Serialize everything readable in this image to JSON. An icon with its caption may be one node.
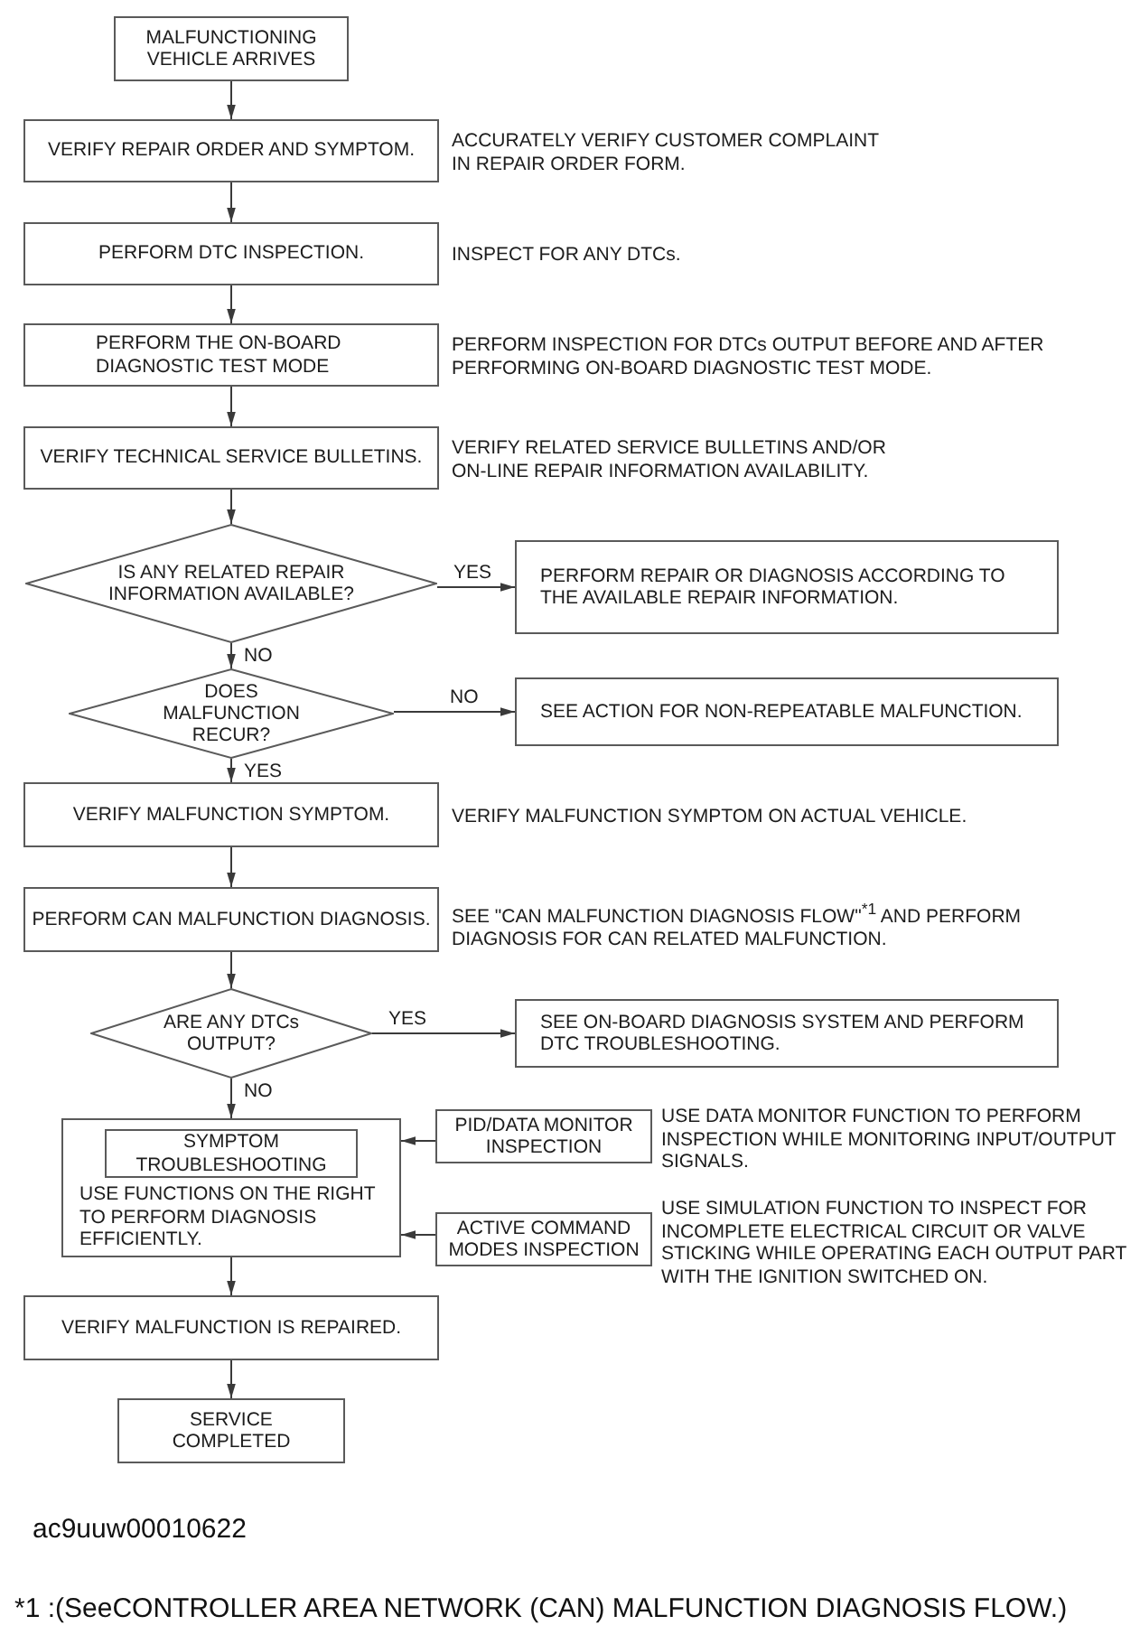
{
  "diagram": {
    "nodes": [
      {
        "text": [
          "MALFUNCTIONING VEHICLE ARRIVES"
        ]
      },
      {
        "text": [
          "VERIFY REPAIR ORDER AND SYMPTOM."
        ],
        "beside": [
          "ACCURATELY VERIFY CUSTOMER COMPLAINT IN REPAIR ORDER FORM."
        ]
      },
      {
        "text": [
          "PERFORM DTC INSPECTION."
        ],
        "beside": [
          "INSPECT FOR ANY DTCs."
        ]
      },
      {
        "text": [
          "PERFORM THE ON-BOARD DIAGNOSTIC TEST MODE"
        ],
        "beside": [
          "PERFORM INSPECTION FOR DTCs OUTPUT BEFORE AND AFTER PERFORMING ON-BOARD DIAGNOSTIC TEST MODE."
        ]
      },
      {
        "text": [
          "VERIFY TECHNICAL SERVICE BULLETINS."
        ],
        "beside": [
          "VERIFY RELATED SERVICE BULLETINS AND/OR ON-LINE REPAIR INFORMATION AVAILABILITY."
        ]
      },
      {
        "text": [
          "IS ANY RELATED REPAIR INFORMATION AVAILABLE?"
        ]
      },
      {
        "text": [
          "PERFORM REPAIR OR DIAGNOSIS ACCORDING TO THE AVAILABLE REPAIR INFORMATION."
        ]
      },
      {
        "text": [
          "DOES MALFUNCTION RECUR?"
        ]
      },
      {
        "text": [
          "SEE ACTION FOR NON-REPEATABLE MALFUNCTION."
        ]
      },
      {
        "text": [
          "VERIFY MALFUNCTION SYMPTOM."
        ],
        "beside": [
          "VERIFY MALFUNCTION SYMPTOM ON ACTUAL VEHICLE."
        ]
      },
      {
        "text": [
          "PERFORM CAN MALFUNCTION DIAGNOSIS."
        ],
        "beside": [
          "SEE \"CAN MALFUNCTION DIAGNOSIS FLOW\"$^{*1}$ AND PERFORM DIAGNOSIS FOR CAN RELATED MALFUNCTION."
        ]
      },
      {
        "text": [
          "ARE ANY DTCs OUTPUT?"
        ]
      },
      {
        "text": [
          "SEE ON-BOARD DIAGNOSIS SYSTEM AND PERFORM DTC TROUBLESHOOTING."
        ]
      },
      {
        "text": [
          "USE FUNCTIONS ON THE RIGHT TO PERFORM DIAGNOSIS EFFICIENTLY."
        ]
      },
      {
        "text": [
          "SYMPTOM TROUBLESHOOTING"
        ],
        "in": 13
      },
      {
        "text": [
          "PID/DATA MONITOR INSPECTION"
        ],
        "beside": [
          "USE DATA MONITOR FUNCTION TO PERFORM INSPECTION WHILE MONITORING INPUT/OUTPUT SIGNALS."
        ]
      },
      {
        "text": [
          "ACTIVE COMMAND MODES INSPECTION"
        ],
        "beside": [
          "USE SIMULATION FUNCTION TO INSPECT FOR INCOMPLETE ELECTRICAL CIRCUIT OR VALVE STICKING WHILE OPERATING EACH OUTPUT PART WITH THE IGNITION SWITCHED ON."
        ]
      },
      {
        "text": [
          "VERIFY MALFUNCTION IS REPAIRED."
        ]
      },
      {
        "text": [
          "SERVICE COMPLETED"
        ]
      }
    ],
    "edges": [
      {
        "from": 0,
        "to": 1,
        "arrow": "to"
      },
      {
        "from": 1,
        "to": 2,
        "arrow": "to"
      },
      {
        "from": 2,
        "to": 3,
        "arrow": "to"
      },
      {
        "from": 3,
        "to": 4,
        "arrow": "to"
      },
      {
        "from": 4,
        "to": 5,
        "arrow": "to"
      },
      {
        "from": 5,
        "to": 6,
        "arrow": "to",
        "label": "YES"
      },
      {
        "from": 5,
        "to": 7,
        "arrow": "to",
        "label": "NO"
      },
      {
        "from": 7,
        "to": 8,
        "arrow": "to",
        "label": "NO"
      },
      {
        "from": 7,
        "to": 9,
        "arrow": "to",
        "label": "YES"
      },
      {
        "from": 9,
        "to": 10,
        "arrow": "to"
      },
      {
        "from": 10,
        "to": 11,
        "arrow": "to"
      },
      {
        "from": 11,
        "to": 12,
        "arrow": "to",
        "label": "YES"
      },
      {
        "from": 11,
        "to": 13,
        "arrow": "to",
        "label": "NO"
      },
      {
        "from": 15,
        "to": 13,
        "arrow": "to"
      },
      {
        "from": 16,
        "to": 13,
        "arrow": "to"
      },
      {
        "from": 13,
        "to": 17,
        "arrow": "to"
      },
      {
        "from": 17,
        "to": 18,
        "arrow": "to"
      }
    ],
    "labels": [
      "ac9uuw00010622",
      "*1 :(SeeCONTROLLER AREA NETWORK (CAN) MALFUNCTION DIAGNOSIS FLOW.)"
    ]
  }
}
